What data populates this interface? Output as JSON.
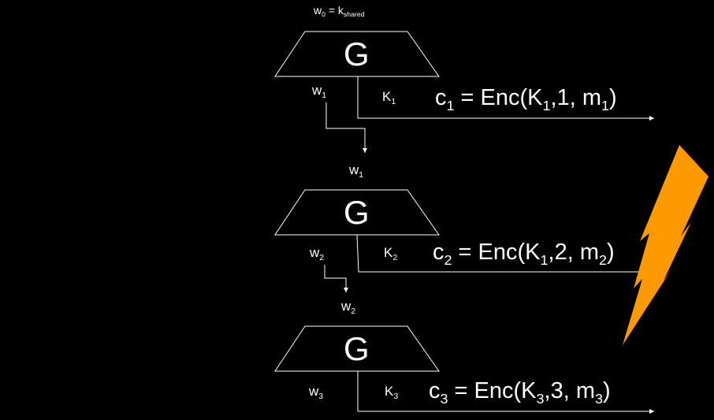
{
  "colors": {
    "background": "#000000",
    "foreground": "#ffffff",
    "lightning": "#ff9900"
  },
  "initial": {
    "w": "w",
    "w_sub": "0",
    "eq": " = k",
    "k_sub": "shared"
  },
  "stage1": {
    "box_label": "G",
    "w_out": "w",
    "w_out_sub": "1",
    "k_out": "K",
    "k_out_sub": "1",
    "c": "c",
    "c_sub": "1",
    "enc_prefix": " = Enc(K",
    "enc_k_sub": "1",
    "enc_mid": ",1, m",
    "enc_m_sub": "1",
    "enc_close": ")"
  },
  "stage2": {
    "w_in": "w",
    "w_in_sub": "1",
    "box_label": "G",
    "w_out": "w",
    "w_out_sub": "2",
    "k_out": "K",
    "k_out_sub": "2",
    "c": "c",
    "c_sub": "2",
    "enc_prefix": " = Enc(K",
    "enc_k_sub": "1",
    "enc_mid": ",2, m",
    "enc_m_sub": "2",
    "enc_close": ")"
  },
  "stage3": {
    "w_in": "w",
    "w_in_sub": "2",
    "box_label": "G",
    "w_out": "w",
    "w_out_sub": "3",
    "k_out": "K",
    "k_out_sub": "3",
    "c": "c",
    "c_sub": "3",
    "enc_prefix": " = Enc(K",
    "enc_k_sub": "3",
    "enc_mid": ",3, m",
    "enc_m_sub": "3",
    "enc_close": ")"
  }
}
